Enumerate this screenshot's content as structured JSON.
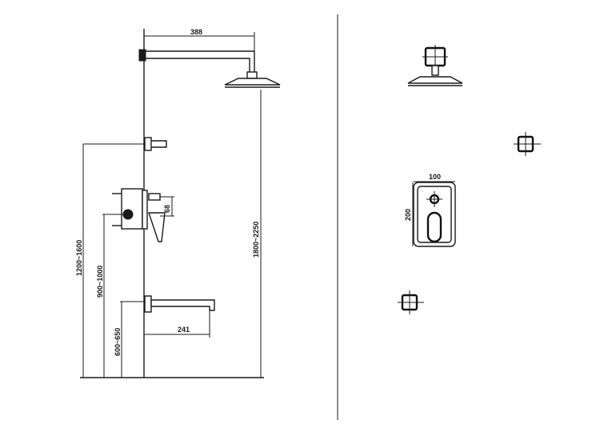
{
  "dimensions": {
    "arm_length": "388",
    "spout_length": "241",
    "valve_offset": "68",
    "faceplate_width": "100",
    "faceplate_height": "200",
    "head_height_range": "1800~2250",
    "spout_height_range": "1200~1600",
    "valve_height_range": "900~1000",
    "tub_spout_height_range": "600~650"
  }
}
